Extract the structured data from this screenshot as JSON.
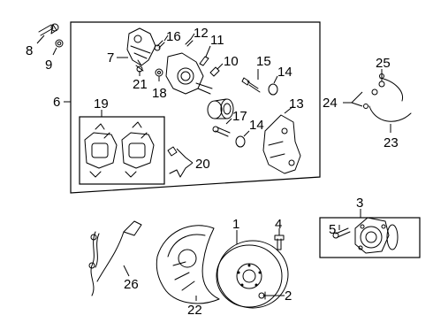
{
  "callouts": {
    "c1": "1",
    "c2": "2",
    "c3": "3",
    "c4": "4",
    "c5": "5",
    "c6": "6",
    "c7": "7",
    "c8": "8",
    "c9": "9",
    "c10": "10",
    "c11": "11",
    "c12": "12",
    "c13": "13",
    "c14a": "14",
    "c14b": "14",
    "c15": "15",
    "c16": "16",
    "c17": "17",
    "c18": "18",
    "c19": "19",
    "c20": "20",
    "c21": "21",
    "c22": "22",
    "c23": "23",
    "c24": "24",
    "c25": "25",
    "c26": "26"
  }
}
